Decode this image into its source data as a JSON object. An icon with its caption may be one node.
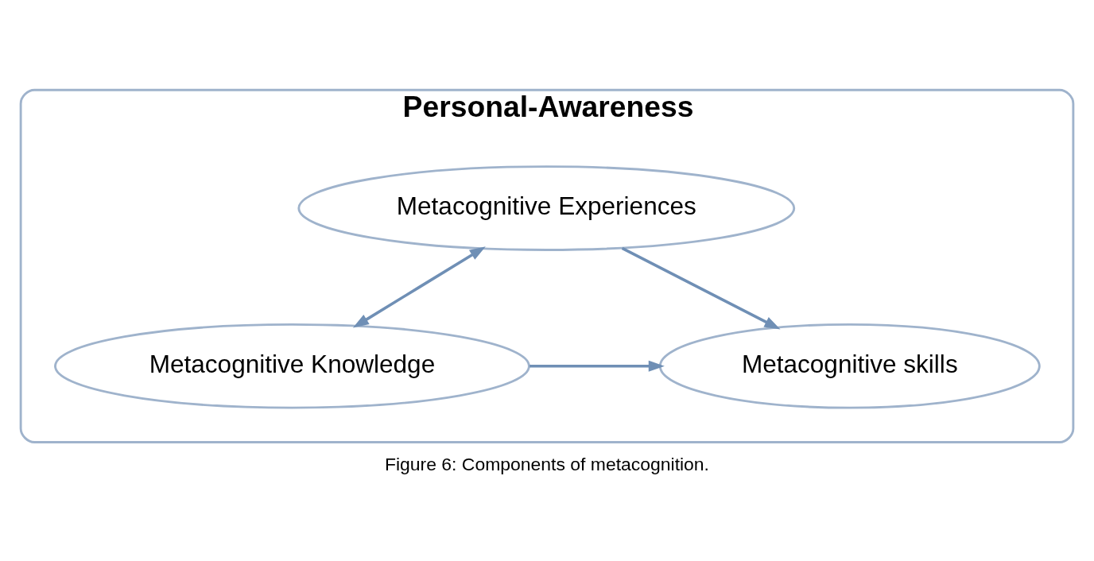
{
  "diagram": {
    "caption": "Figure 6: Components of metacognition.",
    "nodes": [
      {
        "text": [
          "Personal-Awareness"
        ]
      },
      {
        "text": [
          "Metacognitive Experiences"
        ],
        "in": 0
      },
      {
        "text": [
          "Metacognitive Knowledge"
        ],
        "in": 0
      },
      {
        "text": [
          "Metacognitive skills"
        ],
        "in": 0
      }
    ],
    "edges": [
      {
        "from": 1,
        "to": 2,
        "arrow": "both"
      },
      {
        "from": 1,
        "to": 3,
        "arrow": "to"
      },
      {
        "from": 2,
        "to": 3,
        "arrow": "to"
      }
    ]
  }
}
